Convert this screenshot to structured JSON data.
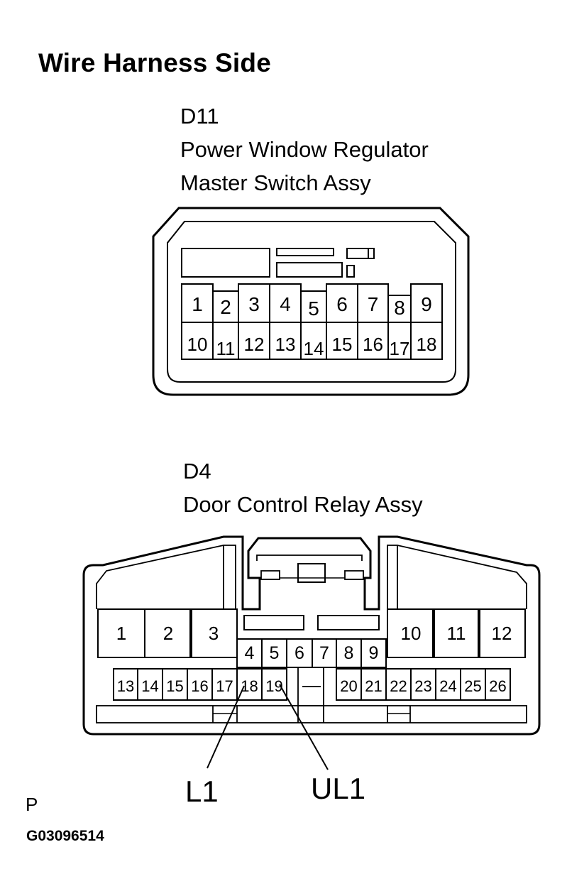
{
  "title": "Wire Harness Side",
  "connectors": {
    "d11": {
      "code": "D11",
      "name_line1": "Power Window Regulator",
      "name_line2": "Master Switch Assy",
      "top_pins": [
        "1",
        "2",
        "3",
        "4",
        "5",
        "6",
        "7",
        "8",
        "9"
      ],
      "bottom_pins": [
        "10",
        "11",
        "12",
        "13",
        "14",
        "15",
        "16",
        "17",
        "18"
      ]
    },
    "d4": {
      "code": "D4",
      "name": "Door Control Relay Assy",
      "large_pins": [
        "1",
        "2",
        "3",
        "10",
        "11",
        "12"
      ],
      "mid_pins": [
        "4",
        "5",
        "6",
        "7",
        "8",
        "9"
      ],
      "bottom_pins": [
        "13",
        "14",
        "15",
        "16",
        "17",
        "18",
        "19",
        "20",
        "21",
        "22",
        "23",
        "24",
        "25",
        "26"
      ]
    }
  },
  "callouts": {
    "l1": "L1",
    "ul1": "UL1"
  },
  "footer": {
    "mark": "P",
    "figure_id": "G03096514"
  }
}
